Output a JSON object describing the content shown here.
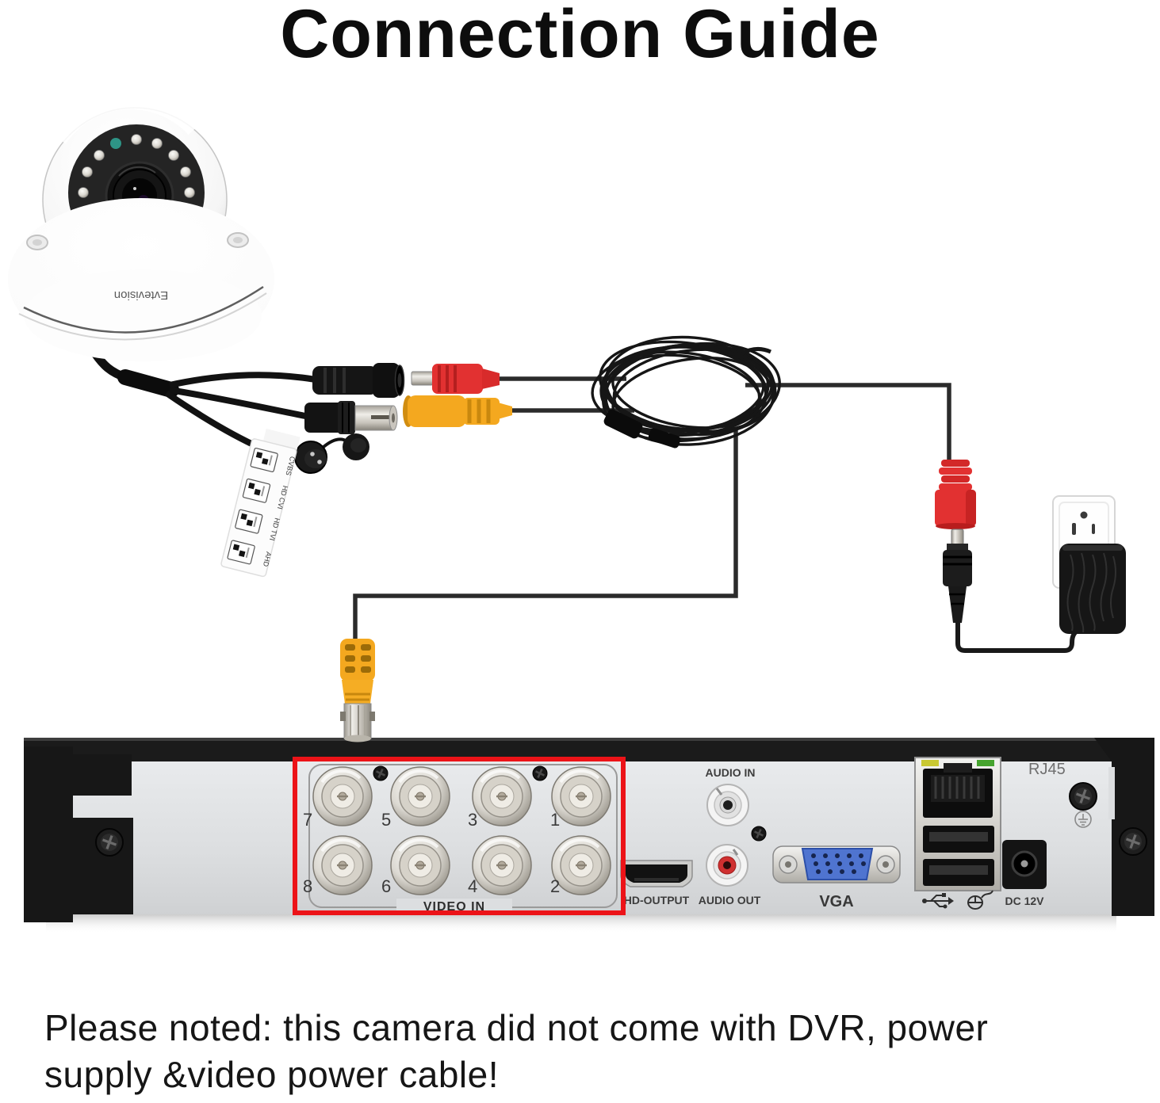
{
  "title": "Connection Guide",
  "footer": {
    "line1": "Please noted: this camera did not come with DVR, power",
    "line2": "supply &video power cable!"
  },
  "camera": {
    "brand": "Evtevision"
  },
  "switch_tag": {
    "modes": [
      "CVBS",
      "HD CVI",
      "HD TVI",
      "AHD"
    ]
  },
  "dvr": {
    "video_in_label": "VIDEO IN",
    "bnc_numbers_top": [
      "7",
      "5",
      "3",
      "1"
    ],
    "bnc_numbers_bottom": [
      "8",
      "6",
      "4",
      "2"
    ],
    "ports": {
      "hdmi": "HD-OUTPUT",
      "audio_in": "AUDIO IN",
      "audio_out": "AUDIO OUT",
      "vga": "VGA",
      "rj45": "RJ45",
      "dc_power": "DC 12V"
    }
  },
  "colors": {
    "highlight_box": "#ec1318",
    "bnc_boot_yellow": "#f4a81f",
    "dc_connector_red": "#e23131",
    "vga_blue": "#4f74d0",
    "led_yellow": "#c9c832",
    "led_green": "#46a42e",
    "wire": "#2b2b2b"
  }
}
